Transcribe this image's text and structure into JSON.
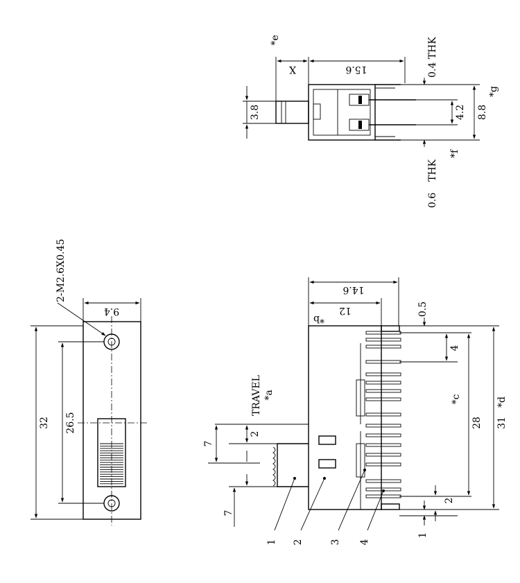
{
  "front_view": {
    "hole_callout": "2-M2.6X0.45",
    "width": "9.4",
    "height": "32",
    "hole_pitch": "26.5"
  },
  "top_view": {
    "dim_e": "*e",
    "dim_x": "X",
    "length": "15.6",
    "height": "3.8",
    "thk_top": "0.4 THK",
    "thk_bottom_value": "0.6",
    "thk_bottom_unit": "THK",
    "pitch": "4.2",
    "span": "8.8",
    "dim_g": "*g",
    "dim_f": "*f"
  },
  "side_view": {
    "travel_label": "TRAVEL",
    "travel_ref": "*a",
    "dim_b": "*b",
    "depth_overall": "14.6",
    "depth_body": "12",
    "offset_top": "0.5",
    "pitch_4": "4",
    "span_c_value": "28",
    "span_c_ref": "*c",
    "span_d_value": "31",
    "span_d_ref": "*d",
    "pitch_2": "2",
    "offset_bottom": "1",
    "travel_7_upper": "7",
    "travel_2": "2",
    "travel_7_lower": "7",
    "callouts": [
      "1",
      "2",
      "3",
      "4"
    ]
  }
}
